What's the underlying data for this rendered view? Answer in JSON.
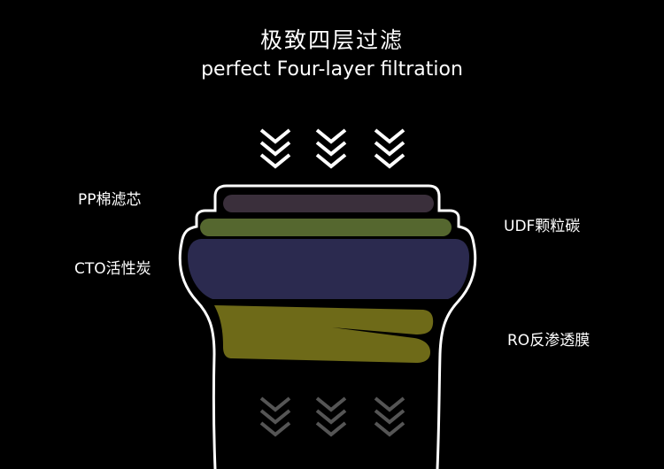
{
  "header": {
    "title": "极致四层过滤",
    "subtitle": "perfect Four-layer filtration"
  },
  "labels": {
    "pp": "PP棉滤芯",
    "cto": "CTO活性炭",
    "udf": "UDF颗粒碳",
    "ro": "RO反渗透膜"
  },
  "colors": {
    "background": "#000000",
    "outline": "#ffffff",
    "pp_layer": "#3a2f3b",
    "udf_layer": "#55672f",
    "cto_layer": "#2b2a4f",
    "ro_layer": "#6e6a18",
    "arrow_in": "#ffffff",
    "arrow_out": "#555555"
  },
  "icons": {
    "inflow": "chevron-down-triple-icon",
    "outflow": "chevron-down-triple-icon"
  }
}
